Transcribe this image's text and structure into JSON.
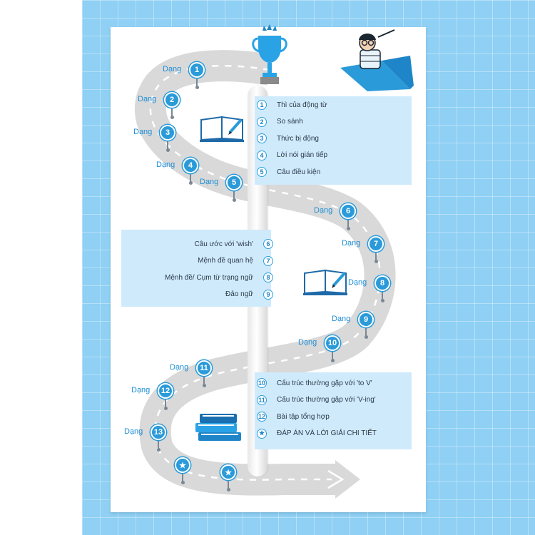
{
  "colors": {
    "accent": "#2a9ad9",
    "panel": "#cfeafb",
    "background": "#8fd0f4",
    "road": "#d6d6d6"
  },
  "pins": [
    {
      "label": "Dạng",
      "num": "1"
    },
    {
      "label": "Dạng",
      "num": "2"
    },
    {
      "label": "Dạng",
      "num": "3"
    },
    {
      "label": "Dạng",
      "num": "4"
    },
    {
      "label": "Dạng",
      "num": "5"
    },
    {
      "label": "Dạng",
      "num": "6"
    },
    {
      "label": "Dạng",
      "num": "7"
    },
    {
      "label": "Dạng",
      "num": "8"
    },
    {
      "label": "Dạng",
      "num": "9"
    },
    {
      "label": "Dạng",
      "num": "10"
    },
    {
      "label": "Dạng",
      "num": "11"
    },
    {
      "label": "Dạng",
      "num": "12"
    },
    {
      "label": "Dạng",
      "num": "13"
    },
    {
      "label": "",
      "num": "★"
    },
    {
      "label": "",
      "num": "★"
    }
  ],
  "toc_top": [
    {
      "num": "1",
      "text": "Thì của động từ"
    },
    {
      "num": "2",
      "text": "So sánh"
    },
    {
      "num": "3",
      "text": "Thức bị động"
    },
    {
      "num": "4",
      "text": "Lời nói gián tiếp"
    },
    {
      "num": "5",
      "text": "Câu điều kiện"
    }
  ],
  "toc_middle": [
    {
      "num": "6",
      "text": "Câu ước với 'wish'"
    },
    {
      "num": "7",
      "text": "Mệnh đề quan hệ"
    },
    {
      "num": "8",
      "text": "Mệnh đề/ Cụm từ trạng ngữ"
    },
    {
      "num": "9",
      "text": "Đảo ngữ"
    }
  ],
  "toc_bottom": [
    {
      "num": "10",
      "text": "Cấu trúc thường gặp với 'to V'"
    },
    {
      "num": "11",
      "text": "Cấu trúc thường gặp với 'V-ing'"
    },
    {
      "num": "12",
      "text": "Bài tập tổng hợp"
    },
    {
      "num": "★",
      "text": "ĐÁP ÁN VÀ LỜI GIẢI CHI TIẾT"
    }
  ],
  "icons": [
    "trophy-icon",
    "reader-illustration",
    "open-book-icon",
    "open-book-icon",
    "stacked-books-icon"
  ]
}
